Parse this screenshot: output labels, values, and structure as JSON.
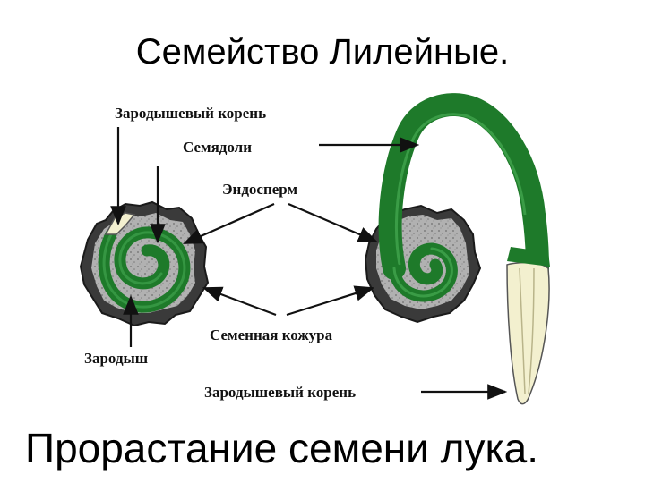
{
  "title": "Семейство Лилейные.",
  "subtitle": "Прорастание семени лука.",
  "labels": {
    "radicle_top": "Зародышевый корень",
    "cotyledon": "Семядоли",
    "endosperm": "Эндосперм",
    "seed_coat": "Семенная кожура",
    "embryo": "Зародыш",
    "radicle_bottom": "Зародышевый корень"
  },
  "colors": {
    "embryo_green": "#1e7a2a",
    "endosperm_gray": "#a9a9a9",
    "seed_coat_dark": "#3a3a3a",
    "root_cream": "#f3f0cf"
  }
}
